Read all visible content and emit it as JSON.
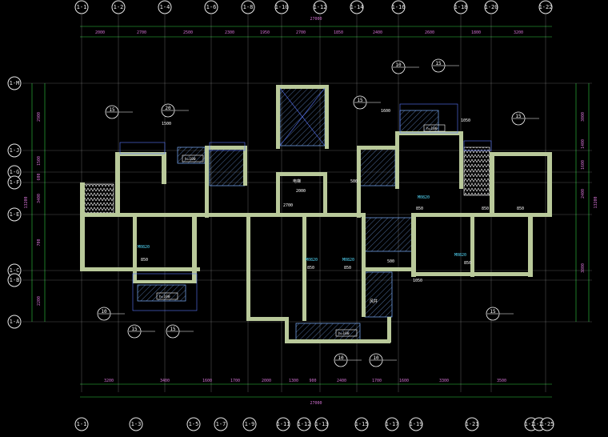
{
  "axes_top": [
    "1-1",
    "1-2",
    "1-4",
    "1-6",
    "1-8",
    "1-10",
    "1-12",
    "1-14",
    "1-16",
    "1-18",
    "1-20",
    "1-22"
  ],
  "axes_bottom": [
    "1-1",
    "1-3",
    "1-5",
    "1-7",
    "1-9",
    "1-11",
    "1-12",
    "1-13",
    "1-15",
    "1-17",
    "1-19",
    "1-21",
    "1-23",
    "1-24",
    "1-25"
  ],
  "axes_left": [
    "1-M",
    "1-J",
    "1-G",
    "1-F",
    "1-E",
    "1-C",
    "1-B",
    "1-A"
  ],
  "dims_top_total": "27000",
  "dims_top": [
    "2000",
    "2700",
    "2500",
    "2300",
    "1950",
    "2700",
    "1850",
    "2400",
    "2600",
    "1800",
    "3200"
  ],
  "dims_bottom_total": "27000",
  "dims_bottom": [
    "3200",
    "3400",
    "1600",
    "1700",
    "2000",
    "1300",
    "900",
    "2400",
    "1700",
    "1600",
    "3300",
    "3500"
  ],
  "dims_left": [
    "2900",
    "1500",
    "600",
    "3400",
    "700",
    "2200"
  ],
  "dims_left_total": "13200",
  "dims_right": [
    "3000",
    "1400",
    "1600",
    "2400",
    "3800"
  ],
  "dims_right_total": "13200",
  "room_tags": [
    {
      "id": "tag-1",
      "text": "h=100"
    },
    {
      "id": "tag-2",
      "text": "h=100"
    },
    {
      "id": "tag-3",
      "text": "h=100"
    },
    {
      "id": "tag-4",
      "text": "h=100"
    }
  ],
  "openings": [
    "M0820",
    "M0820",
    "M0820",
    "M0820",
    "M0820"
  ],
  "notes": [
    "850",
    "850",
    "850",
    "850",
    "850",
    "850",
    "850",
    "2000",
    "2700",
    "500",
    "500",
    "1600",
    "1050",
    "1500",
    "1050"
  ],
  "callouts": [
    "15",
    "20",
    "15",
    "10",
    "15",
    "15",
    "10",
    "15",
    "15",
    "10",
    "10",
    "15"
  ],
  "shaft_label": "风井",
  "stair_label": "电梯",
  "colors": {
    "background": "#000000",
    "wall": "#b9c99a",
    "dimension": "#2ecc40",
    "axis": "#e8e8e8",
    "hatch": "#7fb2ff",
    "dim_text": "#d070d0"
  }
}
